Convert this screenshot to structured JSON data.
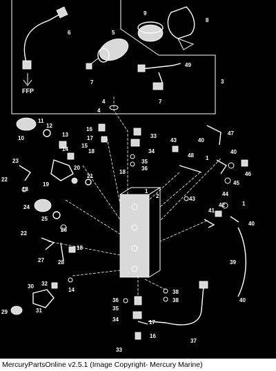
{
  "footer": {
    "caption": "MercuryPartsOnline v2.5.1 (Image Copyright- Mercury Marine)"
  },
  "diagram": {
    "callouts": [
      "1",
      "2",
      "3",
      "4",
      "5",
      "6",
      "7",
      "8",
      "9",
      "10",
      "11",
      "12",
      "13",
      "14",
      "15",
      "16",
      "17",
      "18",
      "19",
      "20",
      "21",
      "22",
      "23",
      "24",
      "25",
      "26",
      "27",
      "28",
      "29",
      "30",
      "31",
      "32",
      "33",
      "34",
      "35",
      "36",
      "37",
      "38",
      "39",
      "40",
      "41",
      "42",
      "43",
      "44",
      "45",
      "46",
      "47",
      "48",
      "49"
    ],
    "ffp_label": "FFP"
  },
  "colors": {
    "background": "#000000",
    "linework": "#ffffff",
    "caption_bg": "#ffffff",
    "caption_text": "#000000"
  }
}
